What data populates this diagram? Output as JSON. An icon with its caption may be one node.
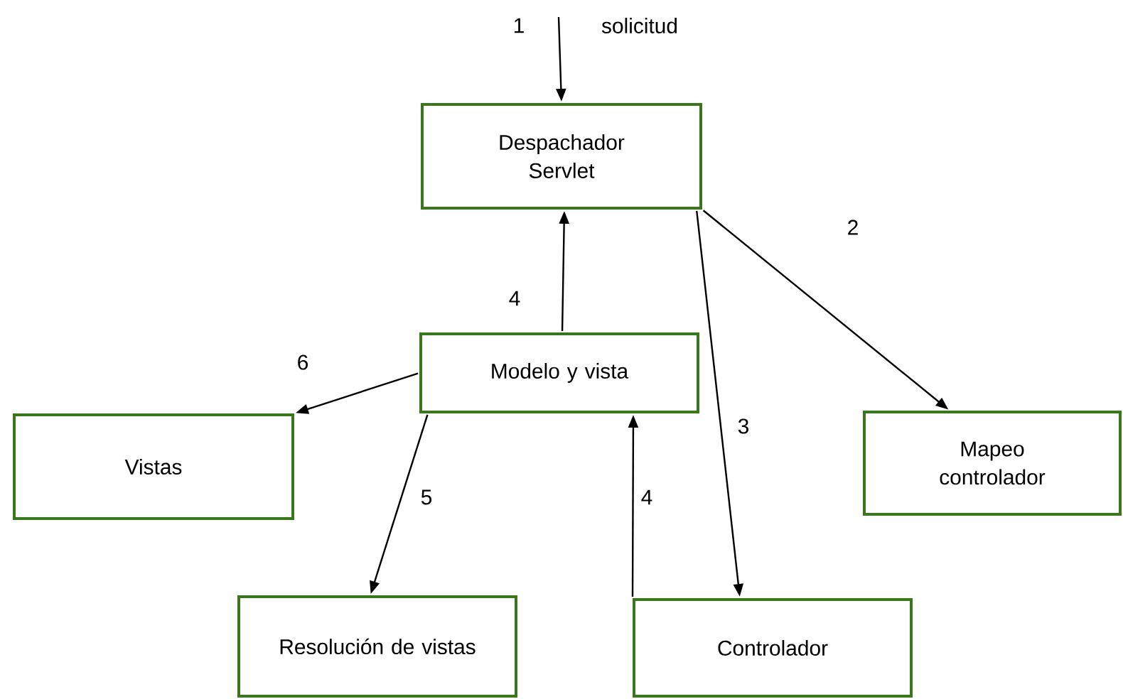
{
  "diagram": {
    "nodes": [
      {
        "text": [
          "Despachador Servlet"
        ]
      },
      {
        "text": [
          "Modelo y vista"
        ]
      },
      {
        "text": [
          "Vistas"
        ]
      },
      {
        "text": [
          "Mapeo controlador"
        ]
      },
      {
        "text": [
          "Resolución de vistas"
        ]
      },
      {
        "text": [
          "Controlador"
        ]
      }
    ],
    "edges": [
      {
        "from": null,
        "to": 0,
        "arrow": "to",
        "label": "1"
      },
      {
        "from": 0,
        "to": 3,
        "arrow": "to",
        "label": "2"
      },
      {
        "from": 0,
        "to": 5,
        "arrow": "to",
        "label": "3"
      },
      {
        "from": 1,
        "to": 0,
        "arrow": "to",
        "label": "4"
      },
      {
        "from": 5,
        "to": 1,
        "arrow": "to",
        "label": "4"
      },
      {
        "from": 1,
        "to": 4,
        "arrow": "to",
        "label": "5"
      },
      {
        "from": 1,
        "to": 2,
        "arrow": "to",
        "label": "6"
      }
    ],
    "labels": [
      "solicitud"
    ]
  }
}
